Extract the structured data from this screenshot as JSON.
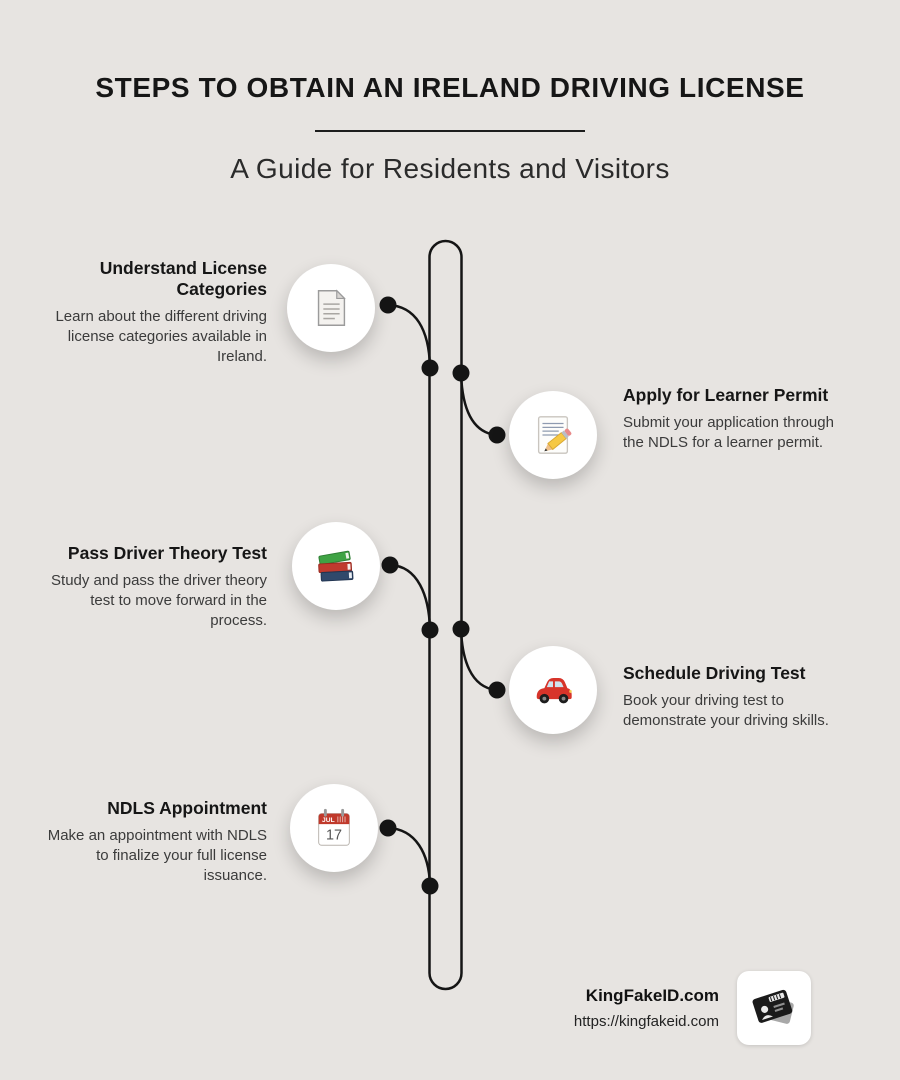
{
  "page": {
    "title": "STEPS TO OBTAIN AN IRELAND DRIVING LICENSE",
    "subtitle": "A Guide for Residents and Visitors"
  },
  "steps": [
    {
      "title": "Understand License Categories",
      "description": "Learn about the different driving license categories available in Ireland.",
      "icon": "document-icon",
      "side": "left"
    },
    {
      "title": "Apply for Learner Permit",
      "description": "Submit your application through the NDLS for a learner permit.",
      "icon": "memo-pencil-icon",
      "side": "right"
    },
    {
      "title": "Pass Driver Theory Test",
      "description": "Study and pass the driver theory test to move forward in the process.",
      "icon": "books-icon",
      "side": "left"
    },
    {
      "title": "Schedule Driving Test",
      "description": "Book your driving test to demonstrate your driving skills.",
      "icon": "car-icon",
      "side": "right"
    },
    {
      "title": "NDLS Appointment",
      "description": "Make an appointment with NDLS to finalize your full license issuance.",
      "icon": "calendar-icon",
      "side": "left"
    }
  ],
  "calendar": {
    "month": "JUL",
    "day": "17"
  },
  "footer": {
    "brand": "KingFakeID.com",
    "url": "https://kingfakeid.com",
    "logo_icon": "id-card-icon"
  },
  "colors": {
    "background": "#e7e4e1",
    "ink": "#161616",
    "body_text": "#3b3b3b",
    "accent_red": "#c0392b"
  }
}
